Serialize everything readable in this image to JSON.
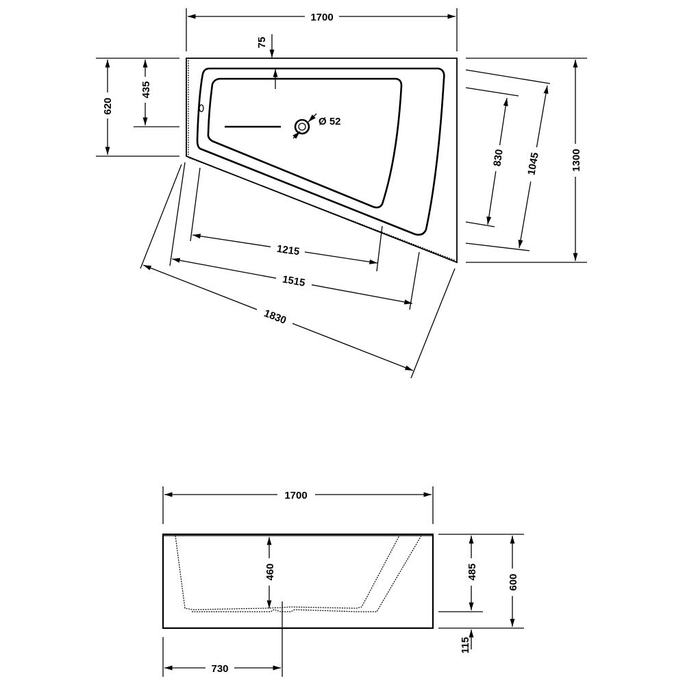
{
  "top_view": {
    "width_overall": "1700",
    "rim_offset": "75",
    "left_side_depth": "620",
    "drain_offset": "435",
    "drain_diameter": "Ø 52",
    "overall_depth": "1300",
    "right_outer": "1045",
    "right_inner": "830",
    "slant_inner": "1215",
    "slant_mid": "1515",
    "slant_outer": "1830"
  },
  "side_view": {
    "width_overall": "1700",
    "inner_depth": "460",
    "rim_height": "485",
    "overall_height": "600",
    "foot_height": "115",
    "drain_position": "730"
  },
  "colors": {
    "line": "#000000",
    "background": "#ffffff"
  }
}
